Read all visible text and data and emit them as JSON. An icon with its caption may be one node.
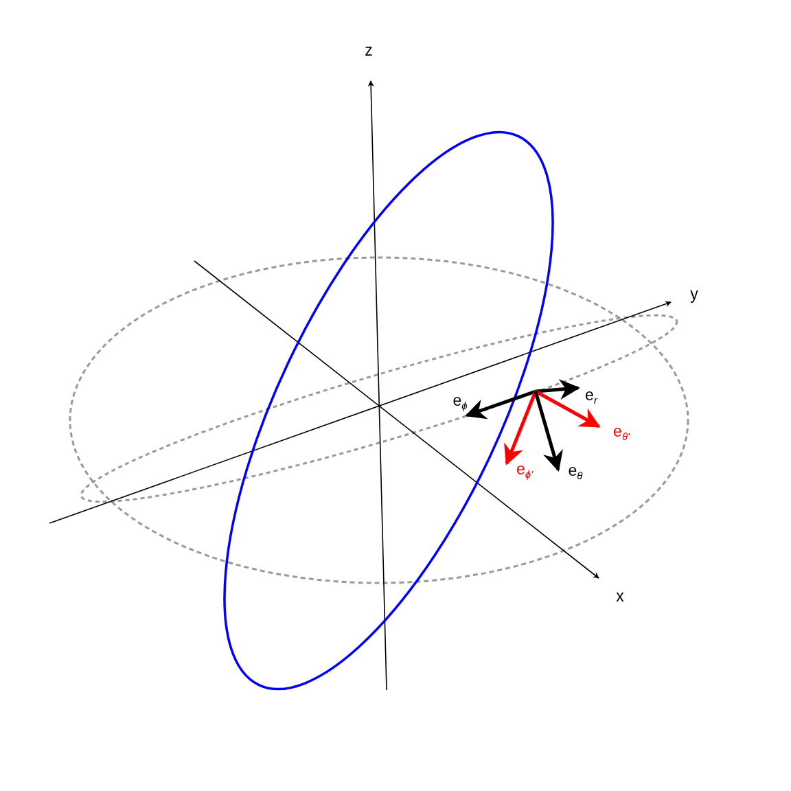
{
  "diagram": {
    "labels": [
      "z",
      "y",
      "e$_{r}$",
      "e$_{ϕ}$",
      "e$_{θ'}$",
      "e$_{ϕ'}$",
      "e$_{θ}$",
      "x"
    ]
  }
}
